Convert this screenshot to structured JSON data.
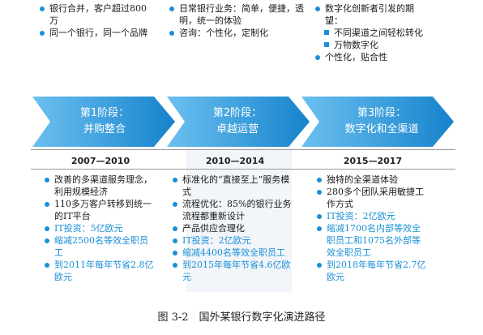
{
  "stage1": {
    "top": [
      "银行合并，客户超过800万",
      "同一个银行，同一个品牌"
    ],
    "title_line1": "第1阶段：",
    "title_line2": "并购整合",
    "years": "2007—2010",
    "bottom": [
      {
        "text": "改善的多渠道服务理念，利用规模经济",
        "blue": false
      },
      {
        "text": "110多万客户转移到统一的IT平台",
        "blue": false
      },
      {
        "text": "IT投资：5亿欧元",
        "blue": true
      },
      {
        "text": "缩减2500名等效全职员工",
        "blue": true
      },
      {
        "text": "到2011年每年节省2.8亿欧元",
        "blue": true
      }
    ]
  },
  "stage2": {
    "top": [
      "日常银行业务：简单，便捷，透明，统一的体验",
      "咨询：个性化，定制化"
    ],
    "title_line1": "第2阶段：",
    "title_line2": "卓越运营",
    "years": "2010—2014",
    "bottom": [
      {
        "text": "标准化的“直接至上”服务模式",
        "blue": false
      },
      {
        "text": "流程优化：85%的银行业务流程都重新设计",
        "blue": false
      },
      {
        "text": "产品供应合理化",
        "blue": false
      },
      {
        "text": "IT投资：2亿欧元",
        "blue": true
      },
      {
        "text": "缩减4400名等效全职员工",
        "blue": true
      },
      {
        "text": "到2015年每年节省4.6亿欧元",
        "blue": true
      }
    ]
  },
  "stage3": {
    "top": [
      {
        "text": "数字化创新者引发的期望：",
        "sub": false
      },
      {
        "text": "不同渠道之间轻松转化",
        "sub": true
      },
      {
        "text": "万物数字化",
        "sub": true
      },
      {
        "text": "个性化，贴合性",
        "sub": false
      }
    ],
    "title_line1": "第3阶段：",
    "title_line2": "数字化和全渠道",
    "years": "2015—2017",
    "bottom": [
      {
        "text": "独特的全渠道体验",
        "blue": false
      },
      {
        "text": "280多个团队采用敏捷工作方式",
        "blue": false
      },
      {
        "text": "IT投资：2亿欧元",
        "blue": true
      },
      {
        "text": "缩减1700名内部等效全职员工和1075名外部等效全职员工",
        "blue": true
      },
      {
        "text": "到2018年每年节省2.7亿欧元",
        "blue": true
      }
    ]
  },
  "caption": "图 3-2　国外某银行数字化演进路径",
  "colors": {
    "accent": "#1a8fd6",
    "arrow_light": "#5bb4ea",
    "arrow_dark": "#1683cc"
  }
}
